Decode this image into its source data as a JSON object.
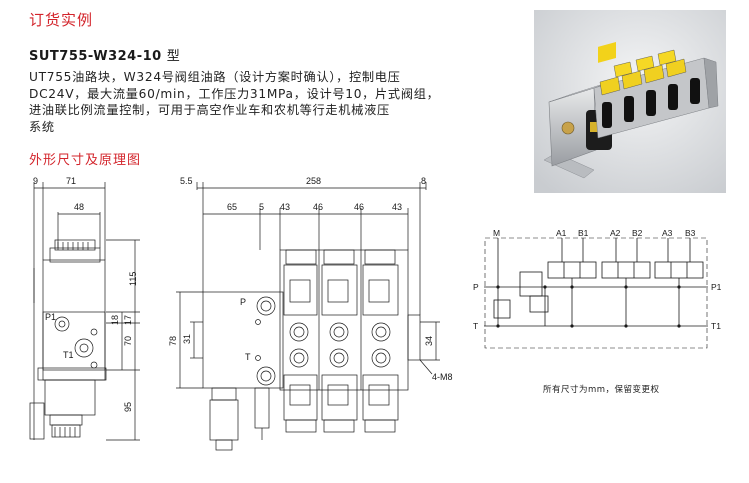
{
  "section_title": "订货实例",
  "model": {
    "code": "SUT755-W324-10",
    "suffix": "型"
  },
  "description_lines": [
    "UT755油路块，W324号阀组油路（设计方案时确认），控制电压",
    "DC24V，最大流量60/min，工作压力31MPa，设计号10，片式阀组，",
    "进油联比例流量控制，可用于高空作业车和农机等行走机械液压",
    "系统"
  ],
  "drawing_title": "外形尺寸及原理图",
  "photo_label": "valve-block-photo",
  "side_view": {
    "dims": [
      "9",
      "71",
      "48",
      "115",
      "18",
      "17",
      "70",
      "95"
    ],
    "ports": [
      "P1",
      "T1"
    ]
  },
  "front_view": {
    "dims": [
      "5.5",
      "258",
      "8",
      "65",
      "5",
      "43",
      "46",
      "46",
      "43",
      "78",
      "31",
      "34"
    ],
    "ports": [
      "P",
      "T"
    ],
    "bolt_label": "4-M8"
  },
  "schematic": {
    "top_ports": [
      "M",
      "A1",
      "B1",
      "A2",
      "B2",
      "A3",
      "B3"
    ],
    "left_ports": [
      "P",
      "T"
    ],
    "right_ports": [
      "P1",
      "T1"
    ]
  },
  "note": "所有尺寸为mm，保留变更权",
  "colors": {
    "accent": "#d3242b",
    "line": "#1a1a1a"
  }
}
